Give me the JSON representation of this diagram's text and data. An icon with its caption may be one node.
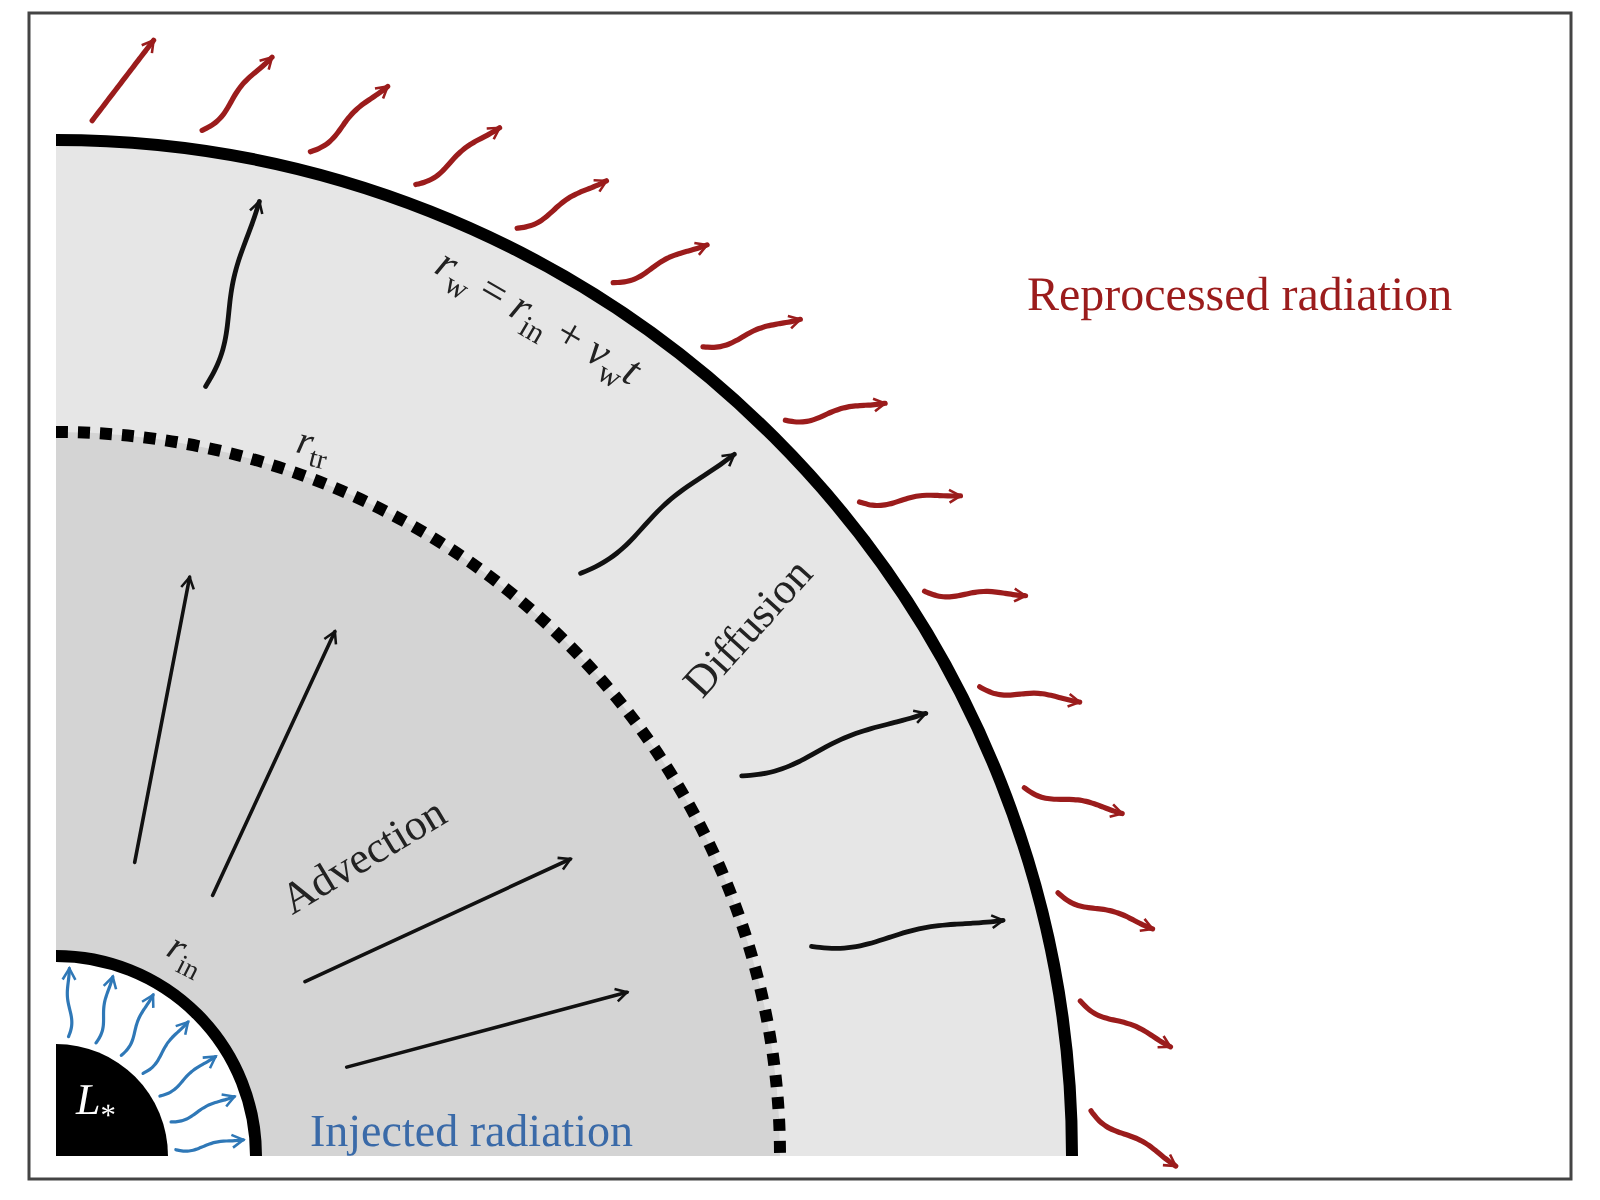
{
  "diagram": {
    "labels": [
      "Reprocessed radiation",
      "*r*$_{w}$ = *r*$_{in}$ + *v*$_{w}$*t*",
      "*r*$_{tr}$",
      "Diffusion",
      "Advection",
      "*r*$_{in}$",
      "*L*$_{*}$",
      "Injected radiation"
    ]
  }
}
